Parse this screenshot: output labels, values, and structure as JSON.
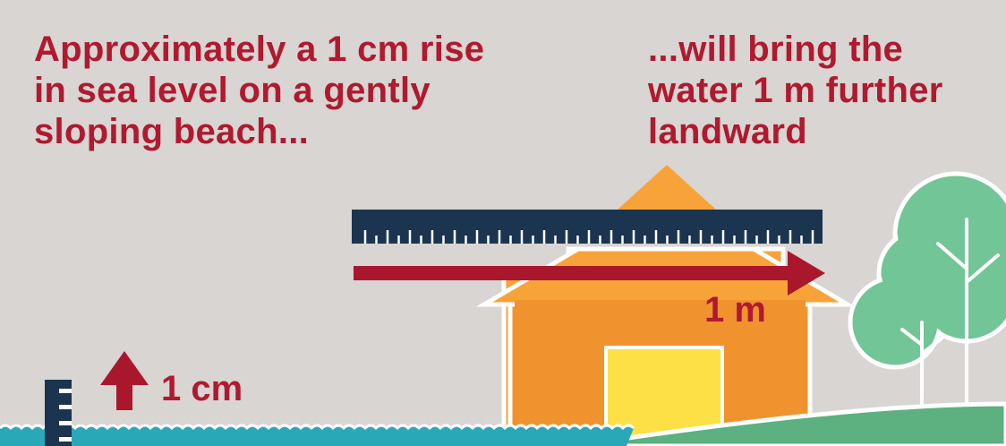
{
  "captions": {
    "left": "Approximately a 1 cm rise in sea level on a gently sloping beach...",
    "right": "...will bring the water 1 m further landward"
  },
  "labels": {
    "horizontal_distance": "1 m",
    "vertical_rise": "1 cm"
  },
  "colors": {
    "background": "#d8d5d2",
    "text_red": "#b0192e",
    "arrow_red": "#a9172c",
    "ruler_navy": "#1b3550",
    "house_orange": "#f0932f",
    "house_light_orange": "#f6a53a",
    "door_yellow": "#fde046",
    "tree_green": "#72c596",
    "ground_green": "#5db07f",
    "water_teal": "#29a8b8"
  },
  "icons": [
    "ruler-icon",
    "house-icon",
    "tree-icon",
    "tide-gauge-icon",
    "up-arrow-icon",
    "right-arrow-icon",
    "wave-icon"
  ]
}
